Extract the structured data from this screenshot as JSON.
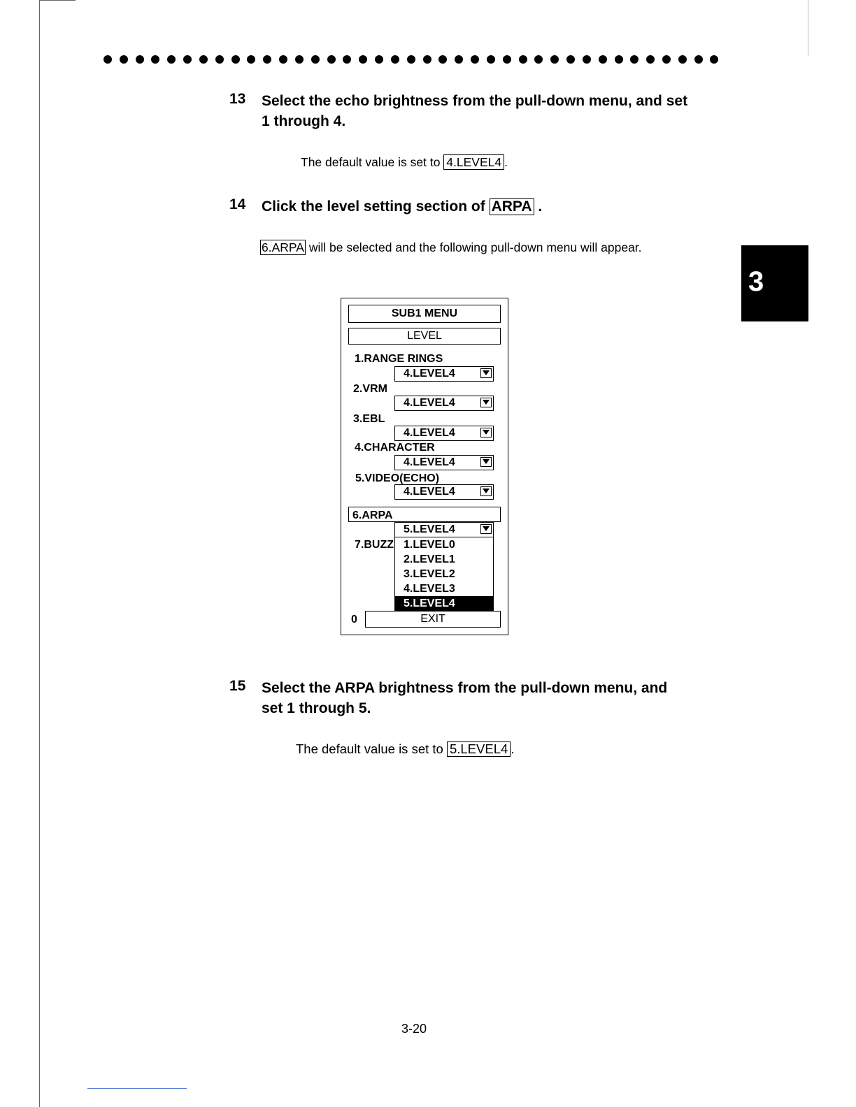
{
  "step13": {
    "number": "13",
    "title_line1": "Select the echo brightness from the pull-down menu, and set",
    "title_line2": "1 through 4.",
    "note_prefix": "The default value is set to",
    "note_value": "4.LEVEL4",
    "note_suffix": "."
  },
  "step14": {
    "number": "14",
    "title_prefix": "Click the level setting section of",
    "title_boxed": "ARPA",
    "title_suffix": ".",
    "note_boxed": "6.ARPA",
    "note_text": "will be selected and the following pull-down menu will appear."
  },
  "chapter_tab": "3",
  "menu": {
    "title": "SUB1 MENU",
    "subtitle": "LEVEL",
    "items": [
      {
        "label": "1.RANGE RINGS",
        "value": "4.LEVEL4"
      },
      {
        "label": "2.VRM",
        "value": "4.LEVEL4"
      },
      {
        "label": "3.EBL",
        "value": "4.LEVEL4"
      },
      {
        "label": "4.CHARACTER",
        "value": "4.LEVEL4"
      },
      {
        "label": "5.VIDEO(ECHO)",
        "value": "4.LEVEL4"
      },
      {
        "label": "6.ARPA",
        "value": "5.LEVEL4"
      },
      {
        "label": "7.BUZZ"
      }
    ],
    "dropdown_options": [
      "1.LEVEL0",
      "2.LEVEL1",
      "3.LEVEL2",
      "4.LEVEL3",
      "5.LEVEL4"
    ],
    "dropdown_selected": "5.LEVEL4",
    "exit_key": "0",
    "exit_label": "EXIT"
  },
  "step15": {
    "number": "15",
    "title_line1": "Select the ARPA brightness from the pull-down menu, and",
    "title_line2": "set 1 through 5.",
    "note_prefix": "The default value is set to",
    "note_value": "5.LEVEL4",
    "note_suffix": "."
  },
  "page_number": "3-20"
}
